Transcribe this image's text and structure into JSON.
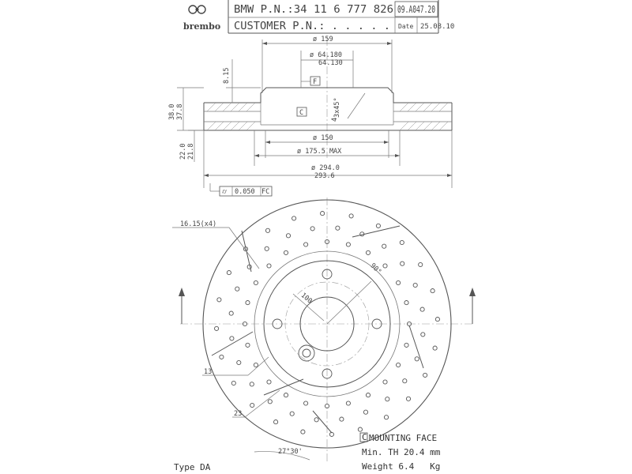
{
  "title_block": {
    "brand": "brembo",
    "part_label": "BMW P.N.:34 11 6 777 826",
    "catalog_code": "09.A047.20",
    "customer_label": "CUSTOMER P.N.: . . . . .",
    "date_label": "Date",
    "date_value": "25.08.10"
  },
  "section_view": {
    "dims": {
      "dia_159": "ø 159",
      "dia_64_180": "ø 64.180",
      "val_64_130": "64.130",
      "h_8_15": "8.15",
      "h_38_0": "38.0",
      "h_37_8": "37.8",
      "h_22_0": "22.0",
      "h_21_8": "21.8",
      "chamfer_4": "4",
      "chamfer_3x45": "3x45°",
      "dia_150": "ø 150",
      "dia_175_5": "ø 175.5 MAX",
      "dia_294": "ø 294.0",
      "val_293_6": "293.6"
    },
    "datum_f": "F",
    "datum_c": "C",
    "tolerance_symbol": "⌭",
    "tolerance_value": "0.050",
    "tolerance_ref": "FC"
  },
  "plan_view": {
    "dims": {
      "holes": "16.15(x4)",
      "angle_90": "90°",
      "pcd_100": "100",
      "d_13": "13",
      "d_23": "23",
      "angle_27": "27°30'"
    }
  },
  "notes": {
    "c_box": "C",
    "mounting_face": "MOUNTING FACE",
    "min_th": "Min. TH 20.4 mm",
    "weight": "Weight 6.4   Kg",
    "type": "Type DA"
  }
}
